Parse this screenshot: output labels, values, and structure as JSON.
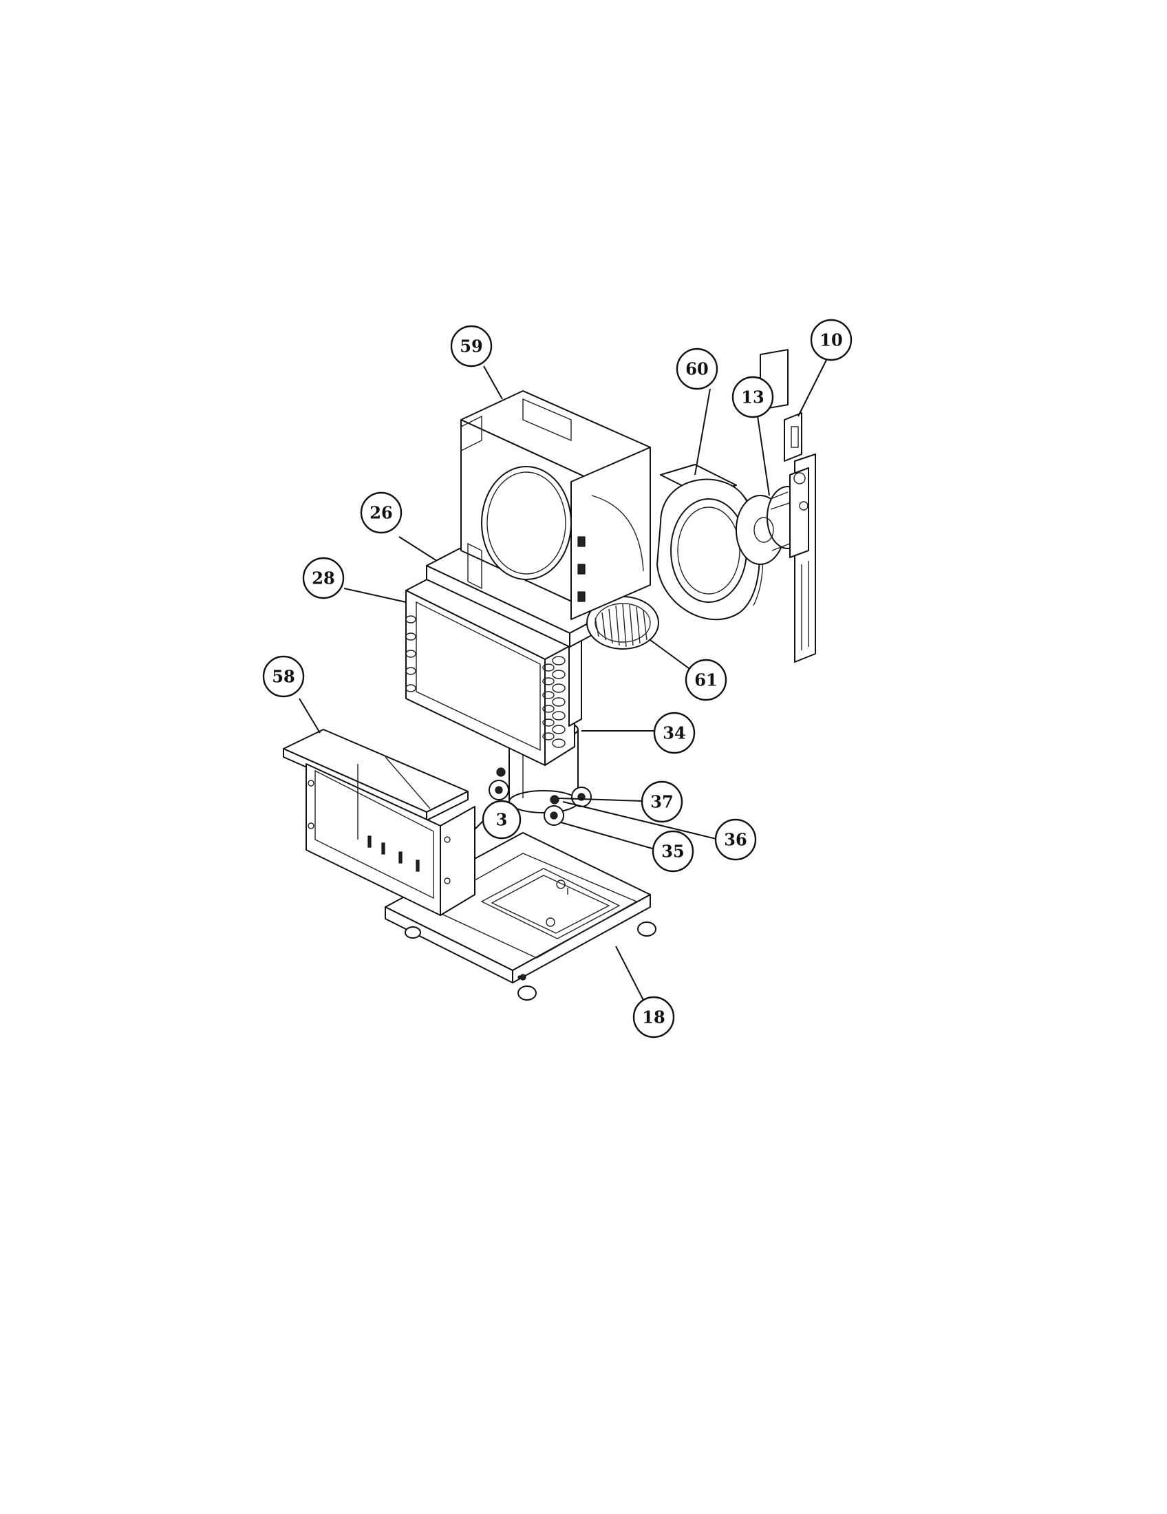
{
  "callouts": [
    {
      "id": "c59",
      "label": "59",
      "part": "blower-housing-front"
    },
    {
      "id": "c60",
      "label": "60",
      "part": "blower-scroll"
    },
    {
      "id": "c10",
      "label": "10",
      "part": "motor-bracket"
    },
    {
      "id": "c13",
      "label": "13",
      "part": "fan-motor"
    },
    {
      "id": "c26",
      "label": "26",
      "part": "coil-top-cover"
    },
    {
      "id": "c28",
      "label": "28",
      "part": "evaporator-coil"
    },
    {
      "id": "c61",
      "label": "61",
      "part": "blower-wheel"
    },
    {
      "id": "c58",
      "label": "58",
      "part": "drain-pan-frame"
    },
    {
      "id": "c34",
      "label": "34",
      "part": "compressor"
    },
    {
      "id": "c37",
      "label": "37",
      "part": "grommet"
    },
    {
      "id": "c3",
      "label": "3",
      "part": "bracket"
    },
    {
      "id": "c36",
      "label": "36",
      "part": "washer"
    },
    {
      "id": "c35",
      "label": "35",
      "part": "nut"
    },
    {
      "id": "c18",
      "label": "18",
      "part": "base-pan"
    }
  ]
}
